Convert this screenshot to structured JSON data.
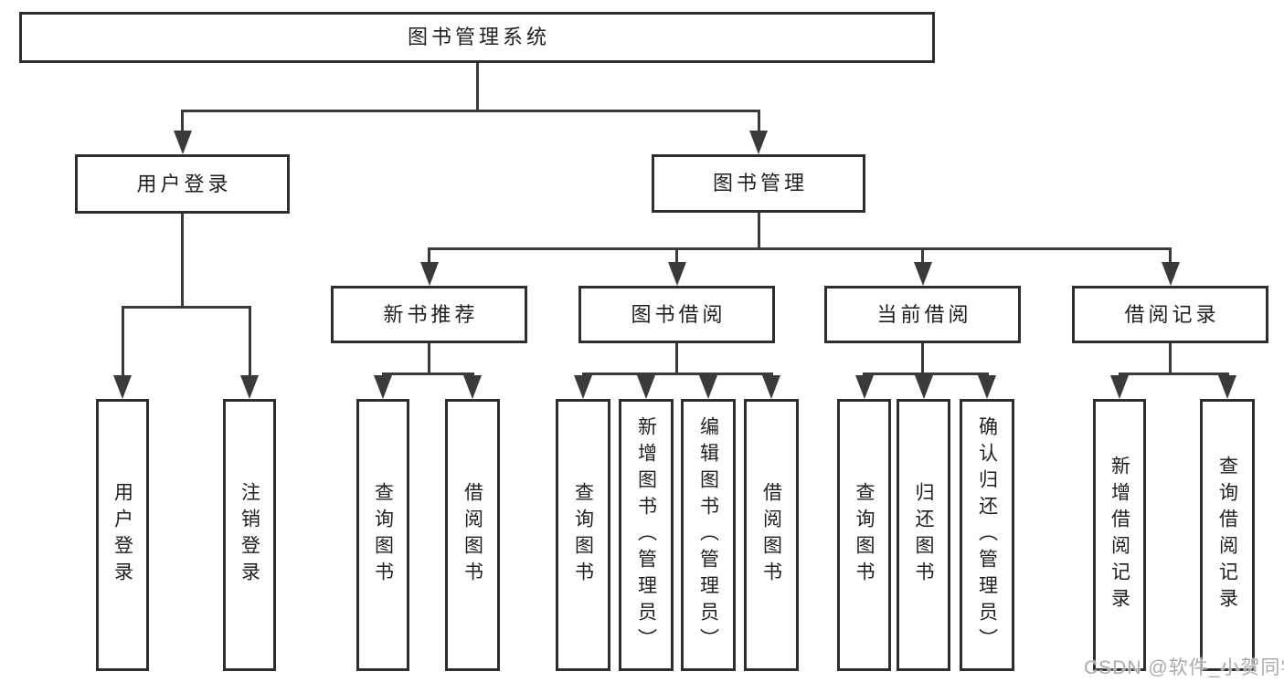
{
  "diagram": {
    "title": "图书管理系统",
    "watermark": "CSDN @软件_小贺同学",
    "colors": {
      "background": "#ffffff",
      "border": "#2e2e2e",
      "line": "#3a3a3a",
      "text": "#1f1f1f",
      "watermark": "#a9abad"
    },
    "nodes": [
      {
        "id": "root",
        "label": "图书管理系统",
        "orientation": "horizontal",
        "children": [
          "user-login",
          "book-mgmt"
        ]
      },
      {
        "id": "user-login",
        "label": "用户登录",
        "orientation": "horizontal",
        "children": [
          "login",
          "logout"
        ]
      },
      {
        "id": "book-mgmt",
        "label": "图书管理",
        "orientation": "horizontal",
        "children": [
          "new-books",
          "book-borrow",
          "current-borrow",
          "borrow-records"
        ]
      },
      {
        "id": "new-books",
        "label": "新书推荐",
        "orientation": "horizontal",
        "children": [
          "nb-query",
          "nb-borrow"
        ]
      },
      {
        "id": "book-borrow",
        "label": "图书借阅",
        "orientation": "horizontal",
        "children": [
          "bb-query",
          "bb-add",
          "bb-edit",
          "bb-borrow"
        ]
      },
      {
        "id": "current-borrow",
        "label": "当前借阅",
        "orientation": "horizontal",
        "children": [
          "cb-query",
          "cb-return",
          "cb-confirm"
        ]
      },
      {
        "id": "borrow-records",
        "label": "借阅记录",
        "orientation": "horizontal",
        "children": [
          "br-add",
          "br-query"
        ]
      },
      {
        "id": "login",
        "label": "用户登录",
        "orientation": "vertical",
        "children": []
      },
      {
        "id": "logout",
        "label": "注销登录",
        "orientation": "vertical",
        "children": []
      },
      {
        "id": "nb-query",
        "label": "查询图书",
        "orientation": "vertical",
        "children": []
      },
      {
        "id": "nb-borrow",
        "label": "借阅图书",
        "orientation": "vertical",
        "children": []
      },
      {
        "id": "bb-query",
        "label": "查询图书",
        "orientation": "vertical",
        "children": []
      },
      {
        "id": "bb-add",
        "label": "新增图书（管理员）",
        "orientation": "vertical",
        "children": []
      },
      {
        "id": "bb-edit",
        "label": "编辑图书（管理员）",
        "orientation": "vertical",
        "children": []
      },
      {
        "id": "bb-borrow",
        "label": "借阅图书",
        "orientation": "vertical",
        "children": []
      },
      {
        "id": "cb-query",
        "label": "查询图书",
        "orientation": "vertical",
        "children": []
      },
      {
        "id": "cb-return",
        "label": "归还图书",
        "orientation": "vertical",
        "children": []
      },
      {
        "id": "cb-confirm",
        "label": "确认归还（管理员）",
        "orientation": "vertical",
        "children": []
      },
      {
        "id": "br-add",
        "label": "新增借阅记录",
        "orientation": "vertical",
        "children": []
      },
      {
        "id": "br-query",
        "label": "查询借阅记录",
        "orientation": "vertical",
        "children": []
      }
    ]
  }
}
